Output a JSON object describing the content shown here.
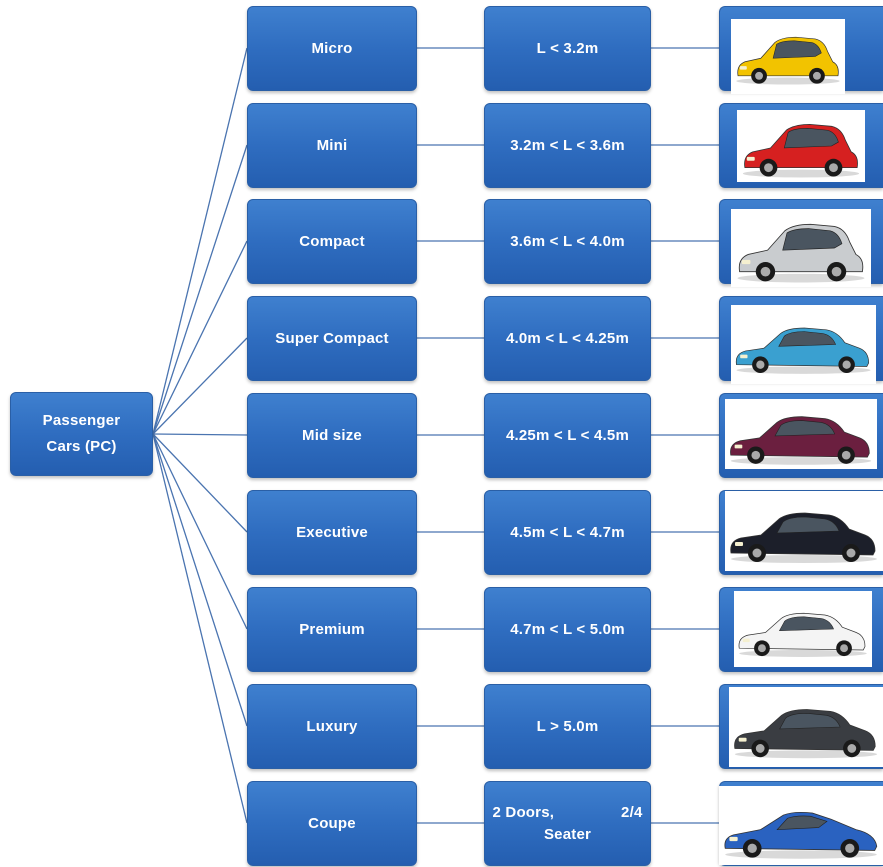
{
  "root": {
    "line1": "Passenger",
    "line2": "Cars (PC)"
  },
  "rows": [
    {
      "category": "Micro",
      "spec": "L < 3.2m",
      "car_icon": "car-hatchback-icon",
      "color": "#f2c300"
    },
    {
      "category": "Mini",
      "spec": "3.2m < L < 3.6m",
      "car_icon": "car-hatchback-icon",
      "color": "#d62020"
    },
    {
      "category": "Compact",
      "spec": "3.6m < L < 4.0m",
      "car_icon": "car-hatchback-icon",
      "color": "#c9cccf"
    },
    {
      "category": "Super Compact",
      "spec": "4.0m < L < 4.25m",
      "car_icon": "car-sedan-icon",
      "color": "#3aa0d0"
    },
    {
      "category": "Mid size",
      "spec": "4.25m < L < 4.5m",
      "car_icon": "car-sedan-icon",
      "color": "#6b1f3f"
    },
    {
      "category": "Executive",
      "spec": "4.5m < L < 4.7m",
      "car_icon": "car-sedan-icon",
      "color": "#1c1f2a"
    },
    {
      "category": "Premium",
      "spec": "4.7m < L < 5.0m",
      "car_icon": "car-sedan-icon",
      "color": "#f4f4f4"
    },
    {
      "category": "Luxury",
      "spec": "L > 5.0m",
      "car_icon": "car-sedan-icon",
      "color": "#3a3d42"
    },
    {
      "category": "Coupe",
      "spec_part1": "2 Doors,",
      "spec_part2": "2/4",
      "spec_part3": "Seater",
      "car_icon": "car-coupe-icon",
      "color": "#2a62c0"
    }
  ],
  "colors": {
    "box": "#2f6dc0",
    "connector": "#4a74b0"
  }
}
